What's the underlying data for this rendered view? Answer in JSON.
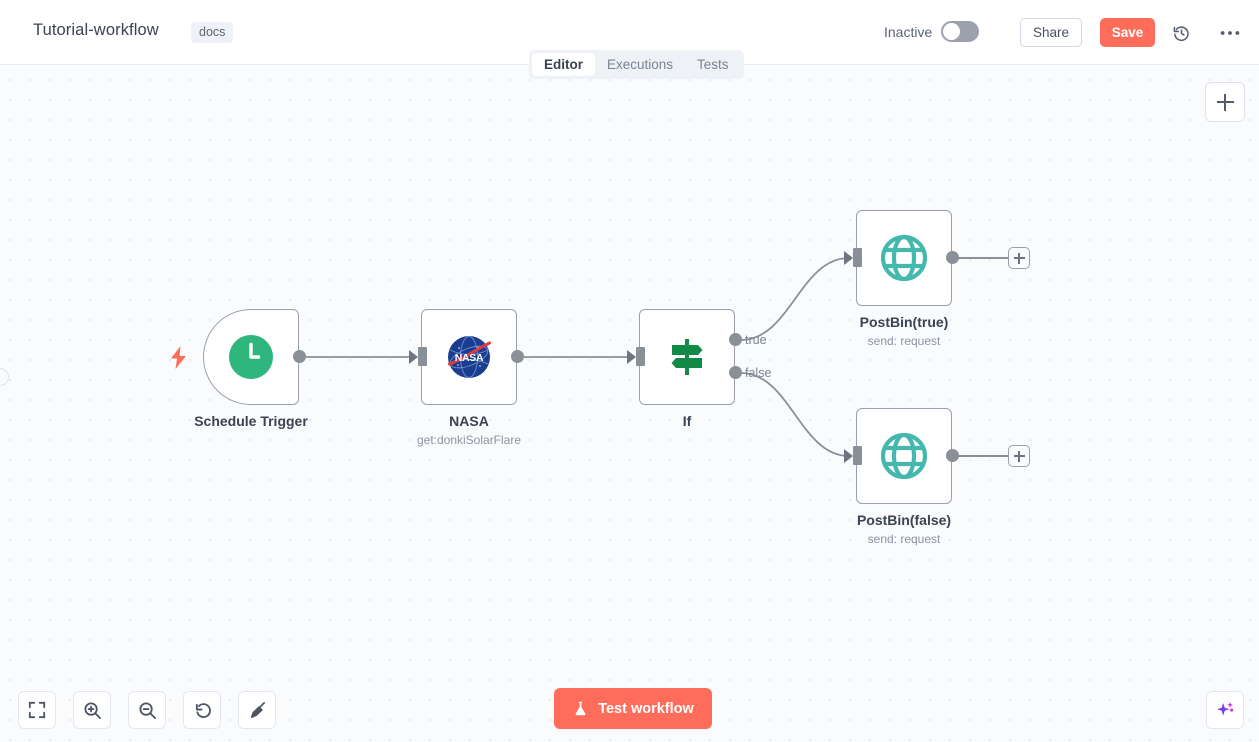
{
  "header": {
    "workflow_title": "Tutorial-workflow",
    "docs_tag": "docs",
    "active_state_label": "Inactive",
    "share_label": "Share",
    "save_label": "Save",
    "history_icon": "history-clock-icon",
    "more_icon": "ellipsis-icon",
    "save_color": "#ff6d5a",
    "toggle_on": false
  },
  "tabs": [
    {
      "label": "Editor",
      "active": true
    },
    {
      "label": "Executions",
      "active": false
    },
    {
      "label": "Tests",
      "active": false
    }
  ],
  "canvas": {
    "add_node_icon": "plus-icon",
    "nodes": [
      {
        "id": "schedule-trigger",
        "label": "Schedule Trigger",
        "subtitle": "",
        "icon": "clock-icon",
        "icon_color": "#2eb67d",
        "type": "trigger",
        "has_lightning": true,
        "lightning_color": "#ff6d5a"
      },
      {
        "id": "nasa",
        "label": "NASA",
        "subtitle": "get:donkiSolarFlare",
        "icon": "nasa-logo-icon",
        "icon_color": "#1b3d8f",
        "type": "action"
      },
      {
        "id": "if",
        "label": "If",
        "subtitle": "",
        "icon": "signpost-icon",
        "icon_color": "#128a46",
        "type": "condition",
        "outputs": [
          "true",
          "false"
        ]
      },
      {
        "id": "postbin-true",
        "label": "PostBin(true)",
        "subtitle": "send: request",
        "icon": "globe-icon",
        "icon_color": "#45b8ae",
        "type": "action"
      },
      {
        "id": "postbin-false",
        "label": "PostBin(false)",
        "subtitle": "send: request",
        "icon": "globe-icon",
        "icon_color": "#45b8ae",
        "type": "action"
      }
    ]
  },
  "bottom_toolbar": {
    "buttons": [
      {
        "name": "fit-to-view-button",
        "icon": "fit-screen-icon"
      },
      {
        "name": "zoom-in-button",
        "icon": "zoom-in-icon"
      },
      {
        "name": "zoom-out-button",
        "icon": "zoom-out-icon"
      },
      {
        "name": "reset-zoom-button",
        "icon": "undo-arrow-icon"
      },
      {
        "name": "tidy-up-button",
        "icon": "broom-icon"
      }
    ],
    "test_workflow_label": "Test workflow",
    "test_workflow_icon": "flask-icon",
    "test_workflow_color": "#ff6d5a",
    "ai_assistant_icon": "sparkle-icon",
    "ai_assistant_color": "#8b5cf6"
  }
}
